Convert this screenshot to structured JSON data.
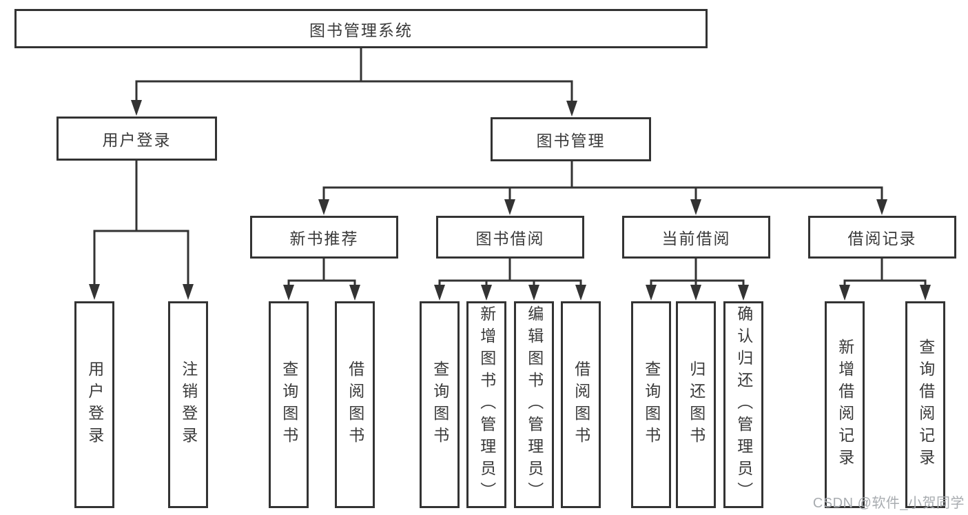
{
  "diagram": {
    "root": {
      "label": "图书管理系统"
    },
    "level2": [
      {
        "label": "用户登录"
      },
      {
        "label": "图书管理"
      }
    ],
    "level3": [
      {
        "label": "新书推荐"
      },
      {
        "label": "图书借阅"
      },
      {
        "label": "当前借阅"
      },
      {
        "label": "借阅记录"
      }
    ],
    "leaves": {
      "user_login": [
        {
          "label": "用户登录"
        },
        {
          "label": "注销登录"
        }
      ],
      "new_book": [
        {
          "label": "查询图书"
        },
        {
          "label": "借阅图书"
        }
      ],
      "book_borrow": [
        {
          "label": "查询图书"
        },
        {
          "label": "新增图书（管理员）"
        },
        {
          "label": "编辑图书（管理员）"
        },
        {
          "label": "借阅图书"
        }
      ],
      "current_borrow": [
        {
          "label": "查询图书"
        },
        {
          "label": "归还图书"
        },
        {
          "label": "确认归还（管理员）"
        }
      ],
      "borrow_records": [
        {
          "label": "新增借阅记录"
        },
        {
          "label": "查询借阅记录"
        }
      ]
    },
    "watermark": "CSDN @软件_小贺同学",
    "colors": {
      "line": "#333333",
      "text": "#3a3a3a",
      "background": "#ffffff",
      "watermark": "#a8acb0"
    }
  }
}
